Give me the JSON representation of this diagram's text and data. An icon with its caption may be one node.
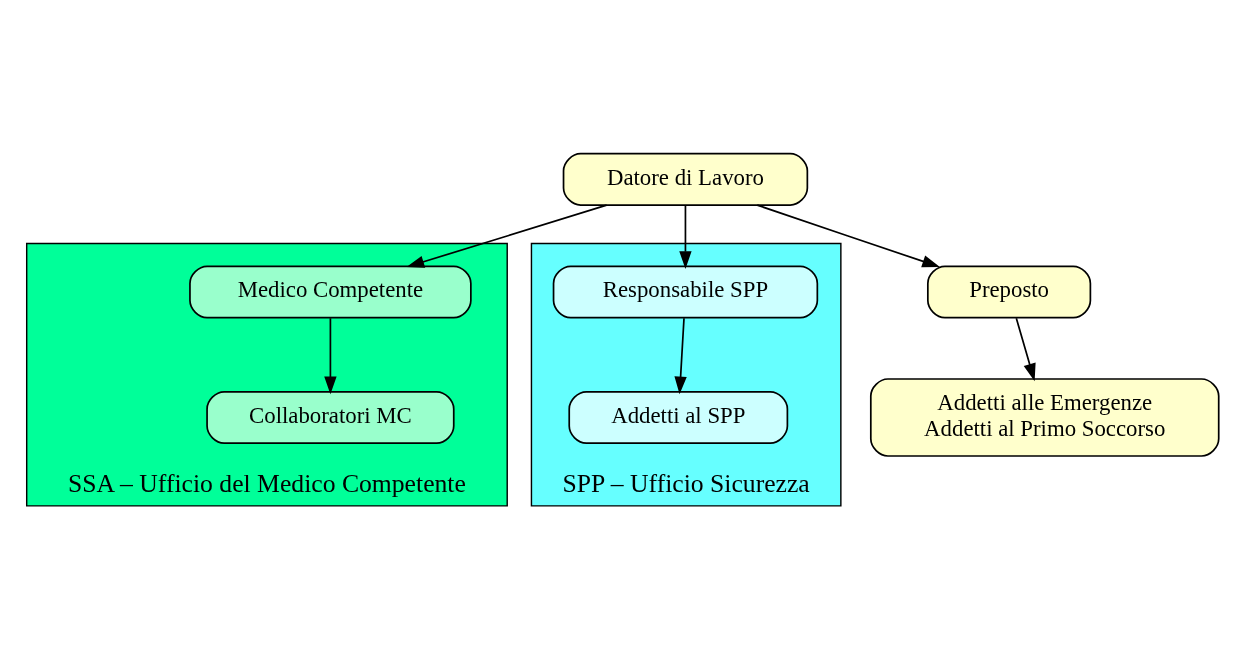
{
  "diagram": {
    "nodes": [
      {
        "text": [
          "Datore di Lavoro"
        ]
      },
      {
        "text": [
          "SSA – Ufficio del Medico Competente"
        ]
      },
      {
        "text": [
          "Medico Competente"
        ],
        "in": 1
      },
      {
        "text": [
          "Collaboratori MC"
        ],
        "in": 1
      },
      {
        "text": [
          "SPP – Ufficio Sicurezza"
        ]
      },
      {
        "text": [
          "Responsabile SPP"
        ],
        "in": 4
      },
      {
        "text": [
          "Addetti al SPP"
        ],
        "in": 4
      },
      {
        "text": [
          "Preposto"
        ]
      },
      {
        "text": [
          "Addetti alle Emergenze",
          "Addetti al Primo Soccorso"
        ]
      }
    ],
    "edges": [
      {
        "from": 0,
        "to": 2,
        "arrow": "to"
      },
      {
        "from": 2,
        "to": 3,
        "arrow": "to"
      },
      {
        "from": 0,
        "to": 5,
        "arrow": "to"
      },
      {
        "from": 5,
        "to": 6,
        "arrow": "to"
      },
      {
        "from": 0,
        "to": 7,
        "arrow": "to"
      },
      {
        "from": 7,
        "to": 8,
        "arrow": "to"
      }
    ]
  }
}
